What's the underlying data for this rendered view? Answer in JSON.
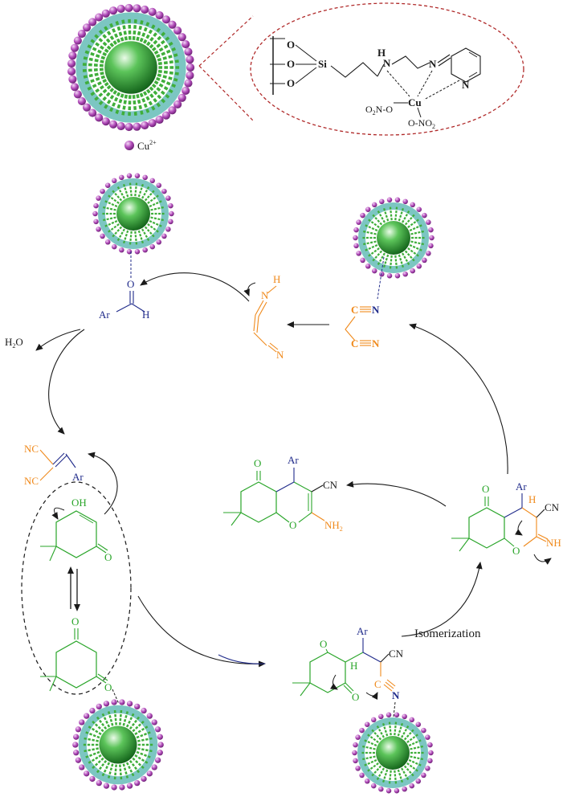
{
  "colors": {
    "black": "#1a1a1a",
    "blue": "#1f2a8a",
    "orange": "#f08a1c",
    "green": "#2aa52a",
    "teal": "#5fb3b0",
    "sphere": "#2e9b3a",
    "cu": "#b04ab8",
    "dashed_red": "#b02a2a"
  },
  "legend": {
    "cu_label": "Cu",
    "cu_charge": "2+"
  },
  "zoom": {
    "o_top": "O",
    "o_mid": "O",
    "o_bot": "O",
    "si": "Si",
    "nh": "H",
    "n_amine": "N",
    "n_imine": "N",
    "n_py": "N",
    "cu": "Cu",
    "no2_left_a": "O",
    "no2_left_sub": "2",
    "no2_left_b": "N-O",
    "no2_right_a": "O-NO",
    "no2_right_sub": "2"
  },
  "aldehyde": {
    "o": "O",
    "ar": "Ar",
    "h": "H"
  },
  "water": {
    "h": "H",
    "sub": "2",
    "o": "O"
  },
  "tautomer_top": {
    "h": "H",
    "n": "N",
    "n2": "N"
  },
  "malononitrile": {
    "c1": "C",
    "n1": "N",
    "c2": "C",
    "n2": "N"
  },
  "knoevenagel": {
    "nc1": "NC",
    "nc2": "NC",
    "ar": "Ar"
  },
  "dimedone_enol": {
    "oh": "OH",
    "o": "O"
  },
  "dimedone_keto": {
    "o1": "O",
    "o2": "O"
  },
  "product": {
    "o_keto": "O",
    "ar": "Ar",
    "cn": "CN",
    "o_ring": "O",
    "nh2": "NH",
    "nh2_sub": "2"
  },
  "imino_intermediate": {
    "o_keto": "O",
    "ar": "Ar",
    "h": "H",
    "cn": "CN",
    "o_ring": "O",
    "nh": "NH"
  },
  "michael_adduct": {
    "o1": "O",
    "h": "H",
    "ar": "Ar",
    "cn": "CN",
    "o2": "O",
    "c": "C",
    "n": "N"
  },
  "steps": {
    "isomerization": "Isomerization"
  }
}
